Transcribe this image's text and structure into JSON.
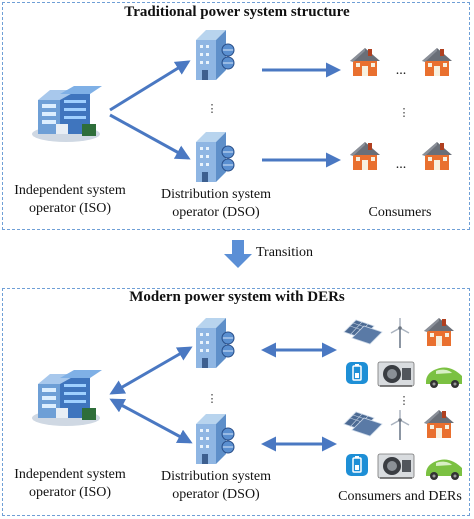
{
  "top": {
    "title": "Traditional power system structure",
    "iso_label_line1": "Independent system",
    "iso_label_line2": "operator (ISO)",
    "dso_label_line1": "Distribution system",
    "dso_label_line2": "operator (DSO)",
    "consumers_label": "Consumers",
    "ellipsis": "..."
  },
  "transition": {
    "label": "Transition"
  },
  "bottom": {
    "title": "Modern power system with DERs",
    "iso_label_line1": "Independent system",
    "iso_label_line2": "operator (ISO)",
    "dso_label_line1": "Distribution system",
    "dso_label_line2": "operator (DSO)",
    "consumers_label": "Consumers and DERs"
  },
  "colors": {
    "border": "#6f9fd6",
    "arrow": "#4a78c2",
    "house_wall": "#e9702f",
    "house_roof": "#6a6f78",
    "ev": "#7bc142",
    "battery": "#1e8fd6"
  }
}
